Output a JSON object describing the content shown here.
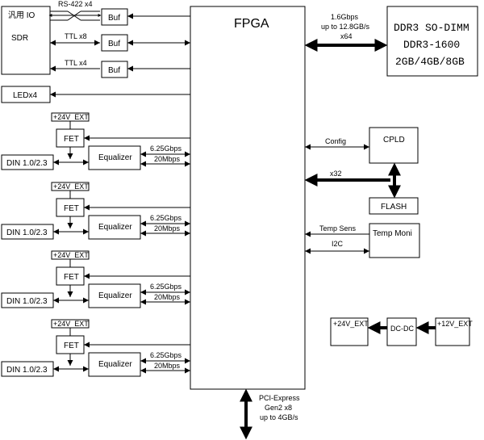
{
  "sdr": {
    "line1": "汎用 IO",
    "line2": "SDR"
  },
  "links": {
    "rs422": "RS-422 x4",
    "ttl_x8": "TTL x8",
    "ttl_x4": "TTL x4",
    "buf": "Buf"
  },
  "fpga": {
    "title": "FPGA"
  },
  "ddr": {
    "link_line1": "1.6Gbps",
    "link_line2": "up to 12.8GB/s",
    "link_line3": "x64",
    "line1": "DDR3 SO-DIMM",
    "line2": "DDR3-1600",
    "line3": "2GB/4GB/8GB"
  },
  "led": {
    "label": "LEDx4"
  },
  "channels": {
    "power": "+24V_EXT",
    "fet": "FET",
    "equalizer": "Equalizer",
    "din": "DIN 1.0/2.3",
    "rate_hi": "6.25Gbps",
    "rate_lo": "20Mbps"
  },
  "cpld": {
    "label": "CPLD",
    "config": "Config",
    "bus": "x32"
  },
  "flash": {
    "label": "FLASH"
  },
  "temp": {
    "label": "Temp Moni",
    "sens": "Temp Sens",
    "i2c": "I2C"
  },
  "power": {
    "out": "+24V_EXT",
    "dcdc": "DC-DC",
    "in": "+12V_EXT"
  },
  "pcie": {
    "line1": "PCI-Express",
    "line2": "Gen2 x8",
    "line3": "up to 4GB/s"
  }
}
